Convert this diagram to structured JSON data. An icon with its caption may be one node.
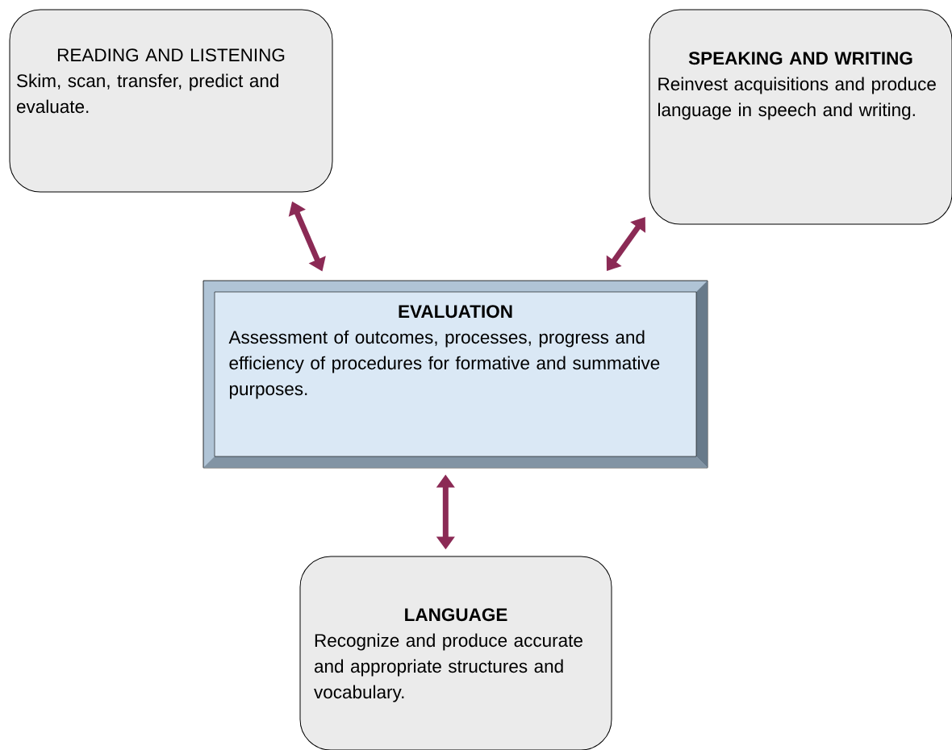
{
  "diagram": {
    "nodes": [
      {
        "text": [
          "READING AND LISTENING",
          "Skim, scan, transfer, predict and evaluate."
        ]
      },
      {
        "text": [
          "SPEAKING AND WRITING",
          "Reinvest acquisitions and produce language in speech and writing."
        ]
      },
      {
        "text": [
          "EVALUATION",
          "Assessment of outcomes, processes, progress and efficiency of procedures for formative and summative purposes."
        ]
      },
      {
        "text": [
          "LANGUAGE",
          "Recognize and produce accurate and appropriate structures and vocabulary."
        ]
      }
    ],
    "edges": [
      {
        "from": 0,
        "to": 2,
        "arrow": "both"
      },
      {
        "from": 1,
        "to": 2,
        "arrow": "both"
      },
      {
        "from": 2,
        "to": 3,
        "arrow": "both"
      }
    ]
  }
}
